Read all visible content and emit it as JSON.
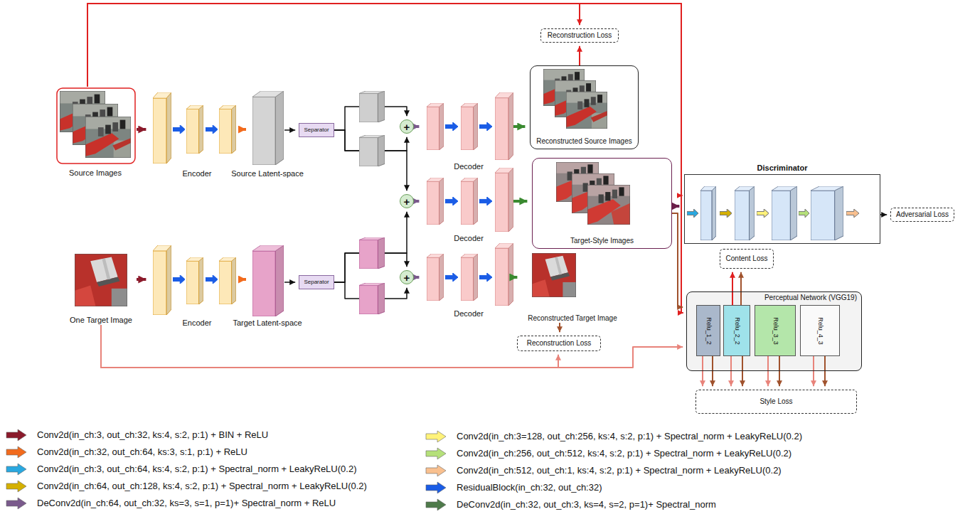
{
  "diagram": {
    "nodes": [
      {
        "text": [
          "Reconstruction Loss"
        ]
      },
      {
        "text": [
          "Source Images"
        ]
      },
      {
        "text": [
          "Encoder"
        ]
      },
      {
        "text": [
          "Source Latent-space"
        ]
      },
      {
        "text": [
          "Separator"
        ]
      },
      {
        "text": [
          "+"
        ]
      },
      {
        "text": [
          "Decoder"
        ]
      },
      {
        "text": [
          "Reconstructed Source Images"
        ]
      },
      {
        "text": [
          "+"
        ]
      },
      {
        "text": [
          "Decoder"
        ]
      },
      {
        "text": [
          "Target-Style Images"
        ]
      },
      {
        "text": [
          "Discriminator"
        ]
      },
      {
        "text": [
          "Adversarial Loss"
        ]
      },
      {
        "text": [
          "Content Loss"
        ]
      },
      {
        "text": [
          "Perceptual Network (VGG19)"
        ]
      },
      {
        "text": [
          "Relu_1_2"
        ],
        "in": 14
      },
      {
        "text": [
          "Relu_2_2"
        ],
        "in": 14
      },
      {
        "text": [
          "Relu_3_3"
        ],
        "in": 14
      },
      {
        "text": [
          "Relu_4_3"
        ],
        "in": 14
      },
      {
        "text": [
          "One Target Image"
        ]
      },
      {
        "text": [
          "Encoder"
        ]
      },
      {
        "text": [
          "Target Latent-space"
        ]
      },
      {
        "text": [
          "Separator"
        ]
      },
      {
        "text": [
          "+"
        ]
      },
      {
        "text": [
          "Decoder"
        ]
      },
      {
        "text": [
          "Reconstructed Target Image"
        ]
      },
      {
        "text": [
          "Reconstruction Loss"
        ]
      },
      {
        "text": [
          "Style Loss"
        ]
      }
    ],
    "edges": [
      {
        "from": 1,
        "to": 2,
        "arrow": "to"
      },
      {
        "from": 2,
        "to": 3,
        "arrow": "to"
      },
      {
        "from": 3,
        "to": 4,
        "arrow": "to"
      },
      {
        "from": 4,
        "to": 5,
        "arrow": "to"
      },
      {
        "from": 4,
        "to": 5,
        "arrow": "to"
      },
      {
        "from": 4,
        "to": 8,
        "arrow": "to"
      },
      {
        "from": 5,
        "to": 6,
        "arrow": "to"
      },
      {
        "from": 6,
        "to": 7,
        "arrow": "to"
      },
      {
        "from": 7,
        "to": 0,
        "arrow": "to"
      },
      {
        "from": 1,
        "to": 0,
        "arrow": "to"
      },
      {
        "from": 8,
        "to": 9,
        "arrow": "to"
      },
      {
        "from": 9,
        "to": 10,
        "arrow": "to"
      },
      {
        "from": 1,
        "to": 11,
        "arrow": "to"
      },
      {
        "from": 10,
        "to": 11,
        "arrow": "to"
      },
      {
        "from": 11,
        "to": 12,
        "arrow": "to"
      },
      {
        "from": 1,
        "to": 14,
        "arrow": "to"
      },
      {
        "from": 10,
        "to": 14,
        "arrow": "to"
      },
      {
        "from": 16,
        "to": 13,
        "arrow": "to"
      },
      {
        "from": 16,
        "to": 13,
        "arrow": "to"
      },
      {
        "from": 15,
        "to": 27,
        "arrow": "to"
      },
      {
        "from": 15,
        "to": 27,
        "arrow": "to"
      },
      {
        "from": 16,
        "to": 27,
        "arrow": "to"
      },
      {
        "from": 16,
        "to": 27,
        "arrow": "to"
      },
      {
        "from": 17,
        "to": 27,
        "arrow": "to"
      },
      {
        "from": 17,
        "to": 27,
        "arrow": "to"
      },
      {
        "from": 18,
        "to": 27,
        "arrow": "to"
      },
      {
        "from": 18,
        "to": 27,
        "arrow": "to"
      },
      {
        "from": 19,
        "to": 20,
        "arrow": "to"
      },
      {
        "from": 20,
        "to": 21,
        "arrow": "to"
      },
      {
        "from": 21,
        "to": 22,
        "arrow": "to"
      },
      {
        "from": 22,
        "to": 8,
        "arrow": "to"
      },
      {
        "from": 22,
        "to": 23,
        "arrow": "to"
      },
      {
        "from": 22,
        "to": 23,
        "arrow": "to"
      },
      {
        "from": 23,
        "to": 24,
        "arrow": "to"
      },
      {
        "from": 24,
        "to": 25,
        "arrow": "to"
      },
      {
        "from": 25,
        "to": 26,
        "arrow": "to"
      },
      {
        "from": 19,
        "to": 26,
        "arrow": "to"
      },
      {
        "from": 19,
        "to": 14,
        "arrow": "to"
      }
    ],
    "legend": [
      {
        "text": "Conv2d(in_ch:3, out_ch:32, ks:4, s:2, p:1) + BIN + ReLU",
        "color": "#8b1a2b"
      },
      {
        "text": "Conv2d(in_ch:32, out_ch:64, ks:3, s:1, p:1) + ReLU",
        "color": "#f26b1d"
      },
      {
        "text": "Conv2d(in_ch:3, out_ch:64, ks:4, s:2, p:1) + Spectral_norm + LeakyReLU(0.2)",
        "color": "#29a8e0"
      },
      {
        "text": "Conv2d(in_ch:64, out_ch:128, ks:4, s:2, p:1) + Spectral_norm + LeakyReLU(0.2)",
        "color": "#d4b000"
      },
      {
        "text": "DeConv2d(in_ch:64, out_ch:32, ks=3, s=1, p=1)+ Spectral_norm + ReLU",
        "color": "#7a5a8c"
      },
      {
        "text": "Conv2d(in_ch:3=128, out_ch:256, ks:4, s:2, p:1) + Spectral_norm + LeakyReLU(0.2)",
        "color": "#fff27a"
      },
      {
        "text": "Conv2d(in_ch:256, out_ch:512, ks:4, s:2, p:1) + Spectral_norm + LeakyReLU(0.2)",
        "color": "#b5e07a"
      },
      {
        "text": "Conv2d(in_ch:512, out_ch:1, ks:4, s:2, p:1) + Spectral_norm + LeakyReLU(0.2)",
        "color": "#f9c08f"
      },
      {
        "text": "ResidualBlock(in_ch:32, out_ch:32)",
        "color": "#1a5ce6"
      },
      {
        "text": "DeConv2d(in_ch:32, out_ch:3, ks=4, s=2, p=1)+ Spectral_norm",
        "color": "#4e7a4a"
      }
    ]
  }
}
